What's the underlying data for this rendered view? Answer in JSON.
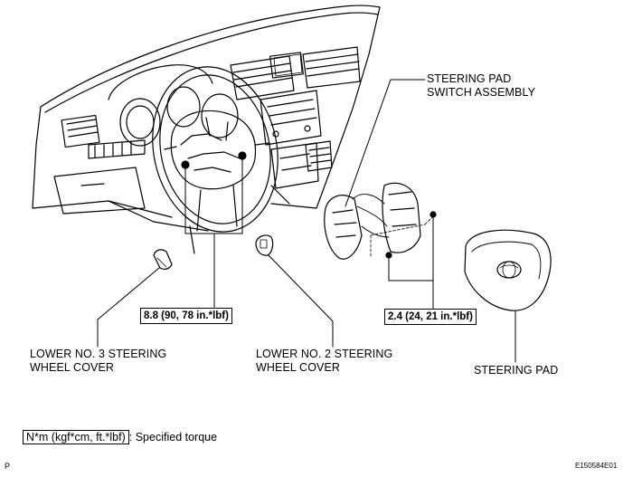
{
  "labels": {
    "steering_pad_switch_line1": "STEERING PAD",
    "steering_pad_switch_line2": "SWITCH ASSEMBLY",
    "lower_no3_line1": "LOWER NO. 3 STEERING",
    "lower_no3_line2": "WHEEL COVER",
    "lower_no2_line1": "LOWER NO. 2 STEERING",
    "lower_no2_line2": "WHEEL COVER",
    "steering_pad": "STEERING PAD"
  },
  "torque": {
    "column_bolts": "8.8 (90, 78 in.*lbf)",
    "pad_screws": "2.4 (24, 21 in.*lbf)"
  },
  "legend": {
    "unit_box": "N*m (kgf*cm, ft.*lbf)",
    "separator": ":",
    "description": "Specified torque"
  },
  "footer": {
    "page_marker": "P",
    "figure_code": "E150584E01"
  }
}
